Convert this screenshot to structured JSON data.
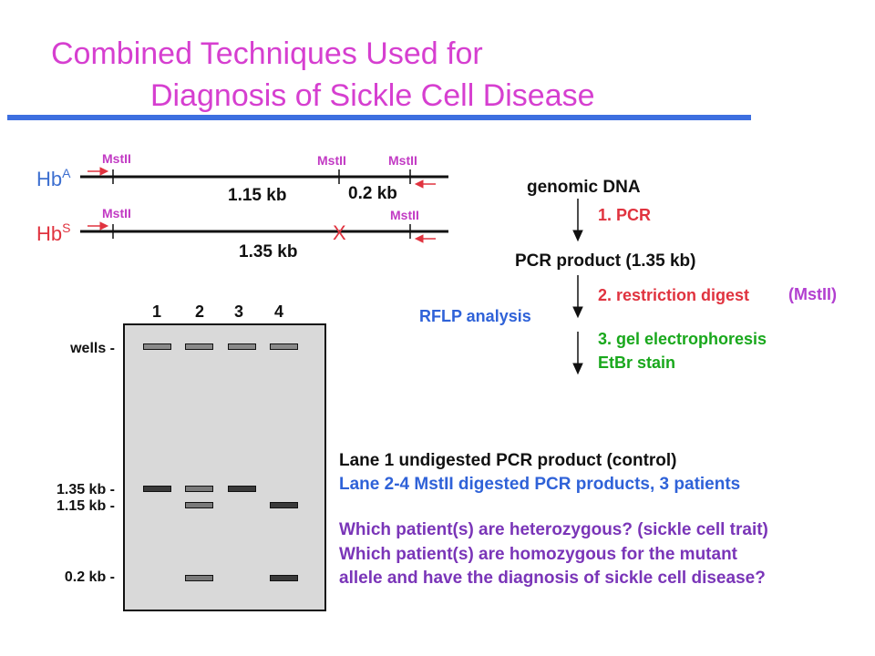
{
  "colors": {
    "title": "#d63fd0",
    "rule": "#3d6fe0",
    "hba_label": "#3d6fd0",
    "hbs_label": "#e0333f",
    "arrow_red": "#e0333f",
    "mstII": "#c23bc4",
    "pcr_step": "#e0333f",
    "digest_step": "#e0333f",
    "mstII_paren": "#b23fd0",
    "rflp": "#2f62d8",
    "gel_step": "#19a81c",
    "lane1_text": "#111111",
    "lanes_text": "#2f62d8",
    "question": "#7a35b8",
    "gel_bg": "#d9d9d9"
  },
  "title": {
    "line1": "Combined Techniques Used for",
    "line2": "Diagnosis of Sickle Cell Disease"
  },
  "map": {
    "hba_label": "Hb",
    "hba_sup": "A",
    "hbs_label": "Hb",
    "hbs_sup": "S",
    "site_label": "MstII",
    "frag_115": "1.15 kb",
    "frag_02": "0.2 kb",
    "frag_135": "1.35 kb",
    "mutation_mark": "X"
  },
  "flow": {
    "genomic": "genomic DNA",
    "step1": "1. PCR",
    "product": "PCR product (1.35 kb)",
    "step2": "2. restriction digest",
    "step2_enzyme": "(MstII)",
    "rflp": "RFLP analysis",
    "step3": "3. gel electrophoresis",
    "stain": "EtBr stain"
  },
  "gel": {
    "lanes": [
      "1",
      "2",
      "3",
      "4"
    ],
    "labels": {
      "wells": "wells -",
      "s135": "1.35 kb -",
      "s115": "1.15 kb -",
      "s02": "0.2 kb -"
    }
  },
  "legend": {
    "lane1": "Lane 1 undigested PCR product (control)",
    "lanes24": "Lane 2-4 MstII digested PCR products, 3 patients"
  },
  "questions": {
    "q1": "Which patient(s) are heterozygous?  (sickle cell trait)",
    "q2": "Which patient(s) are homozygous for the mutant",
    "q3": "allele and have the diagnosis of sickle cell disease?"
  }
}
